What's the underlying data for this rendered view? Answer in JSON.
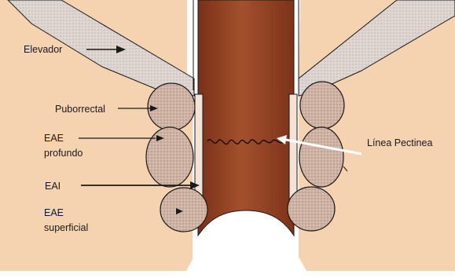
{
  "diagram": {
    "labels": {
      "elevador": "Elevador",
      "puborrectal": "Puborrectal",
      "eae_profundo_1": "EAE",
      "eae_profundo_2": "profundo",
      "eai": "EAI",
      "eae_superficial_1": "EAE",
      "eae_superficial_2": "superficial",
      "linea_pectinea": "Línea Pectinea"
    },
    "colors": {
      "tissue": "#f5d2b0",
      "canal": "#8b3a1e",
      "canal_highlight": "#b5603a",
      "muscle_ring": "#c9a99a",
      "levator_band": "#d9cfc9",
      "outline": "#1a1a1a",
      "background": "#ffffff"
    }
  }
}
